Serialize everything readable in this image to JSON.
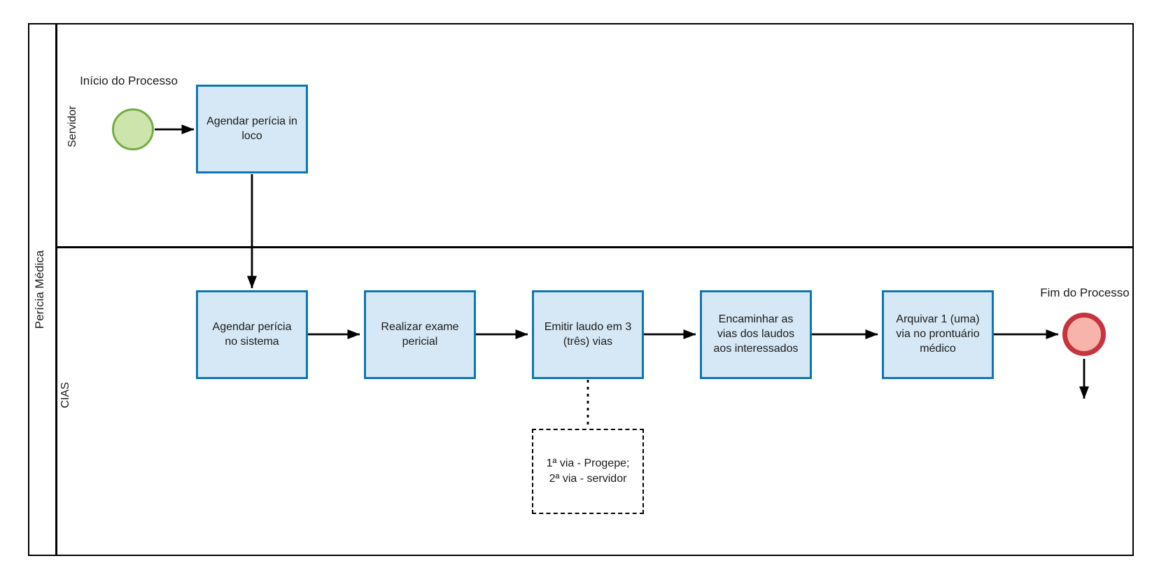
{
  "pool": {
    "label": "Perícia Médica",
    "lanes": [
      {
        "label": "Servidor"
      },
      {
        "label": "CIAS"
      }
    ]
  },
  "events": {
    "start": {
      "label": "Início do Processo",
      "fill": "#cde4ad",
      "border": "#73ac45"
    },
    "end": {
      "label": "Fim do Processo",
      "fill": "#f8b4aa",
      "border": "#c5343f"
    }
  },
  "tasks": [
    {
      "label": "Agendar perícia in\nloco",
      "lane": "Servidor"
    },
    {
      "label": "Agendar perícia\nno sistema",
      "lane": "CIAS"
    },
    {
      "label": "Realizar exame\npericial",
      "lane": "CIAS"
    },
    {
      "label": "Emitir laudo em 3\n(três) vias",
      "lane": "CIAS"
    },
    {
      "label": "Encaminhar as\nvias dos laudos\naos interessados",
      "lane": "CIAS"
    },
    {
      "label": "Arquivar 1 (uma)\nvia no prontuário\nmédico",
      "lane": "CIAS"
    }
  ],
  "annotation": {
    "text": "1ª via - Progepe;\n2ª via - servidor"
  },
  "colors": {
    "task_fill": "#d6e8f5",
    "task_border": "#0e76b4",
    "flow_line": "#000000",
    "background": "#ffffff"
  }
}
